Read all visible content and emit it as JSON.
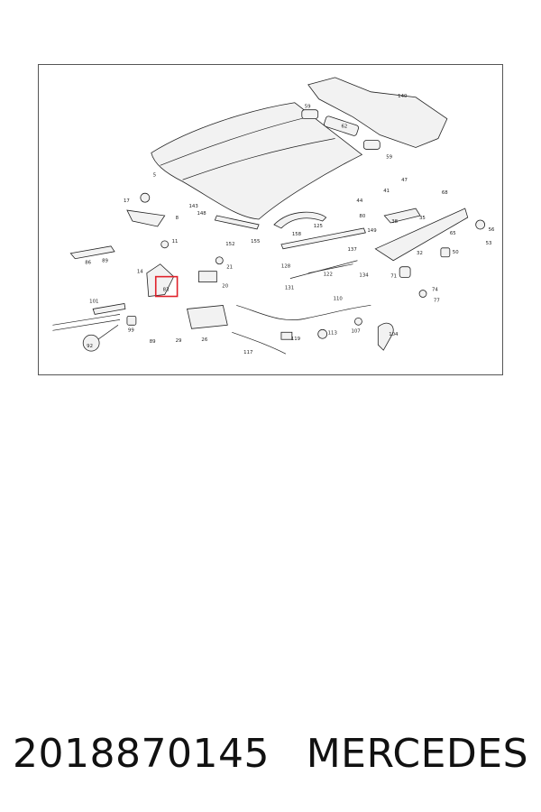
{
  "diagram": {
    "part_labels": [
      "140",
      "59",
      "62",
      "59",
      "5",
      "143",
      "8",
      "17",
      "148",
      "158",
      "44",
      "41",
      "47",
      "68",
      "80",
      "149",
      "152",
      "155",
      "11",
      "125",
      "137",
      "38",
      "35",
      "56",
      "65",
      "53",
      "32",
      "50",
      "86",
      "89",
      "14",
      "21",
      "20",
      "83",
      "128",
      "122",
      "134",
      "71",
      "131",
      "74",
      "77",
      "110",
      "101",
      "99",
      "89",
      "29",
      "26",
      "113",
      "107",
      "104",
      "119",
      "117",
      "92"
    ],
    "highlight_label": "83",
    "highlight_color": "#e0202a"
  },
  "caption": {
    "part_number": "2018870145",
    "brand": "MERCEDES"
  }
}
